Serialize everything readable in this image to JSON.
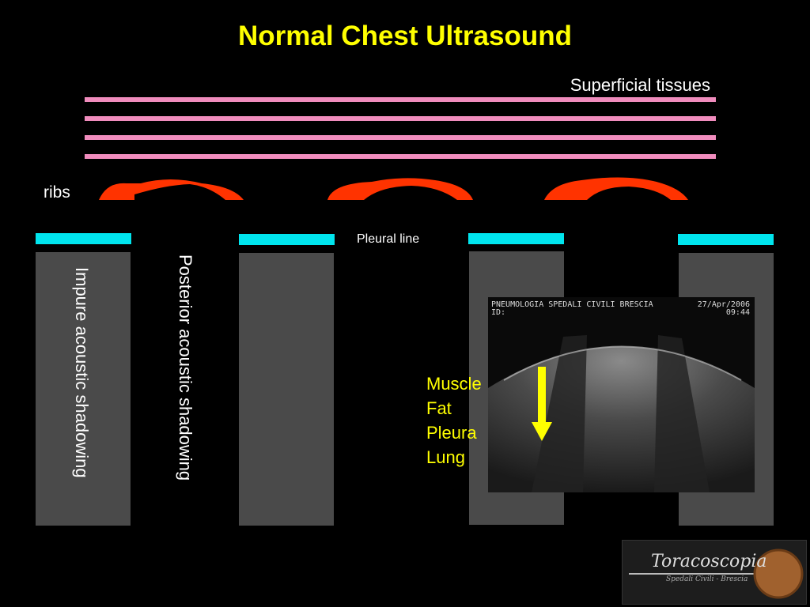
{
  "slide": {
    "title": "Normal Chest Ultrasound",
    "superficial_label": "Superficial tissues",
    "ribs_label": "ribs",
    "pleural_line_label": "Pleural line",
    "impure_shadow_label": "Impure acoustic shadowing",
    "posterior_shadow_label": "Posterior acoustic shadowing",
    "layers": [
      "Muscle",
      "Fat",
      "Pleura",
      "Lung"
    ]
  },
  "ultrasound": {
    "header_line1": "PNEUMOLOGIA SPEDALI CIVILI BRESCIA",
    "header_line2": "ID:",
    "date": "27/Apr/2006",
    "time": "09:44"
  },
  "logo": {
    "title": "Toracoscopia",
    "subtitle": "Spedali Civili - Brescia"
  },
  "colors": {
    "background": "#000000",
    "title": "#ffff00",
    "tissue_lines": "#f08cbd",
    "ribs": "#ff3300",
    "pleural_line": "#00e5ee",
    "columns": "#4a4a4a",
    "arrow": "#ffff00"
  }
}
